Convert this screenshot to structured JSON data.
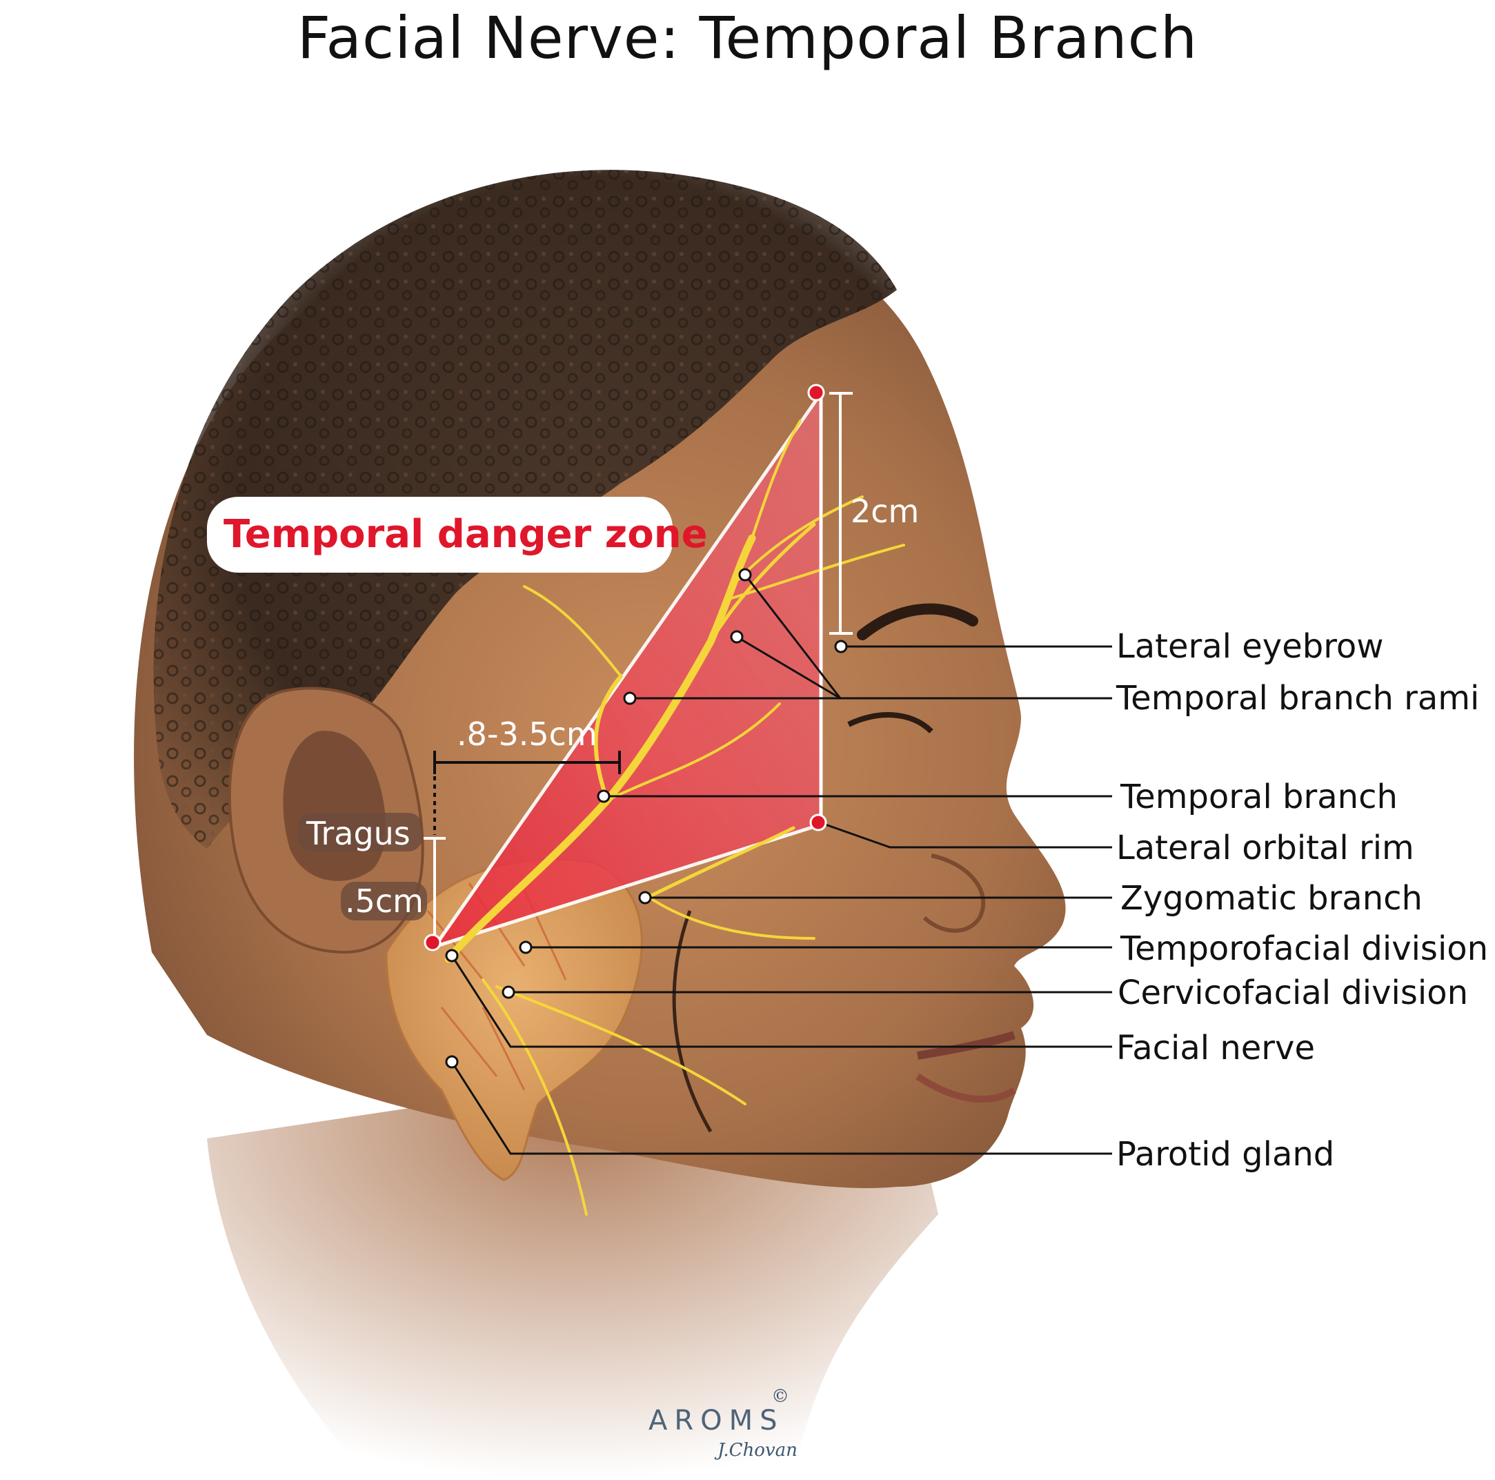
{
  "title": "Facial Nerve: Temporal Branch",
  "danger_zone_label": "Temporal danger zone",
  "measurements": {
    "vertical": "2cm",
    "horizontal": ".8-3.5cm",
    "tragus": "Tragus",
    "small": ".5cm"
  },
  "labels": [
    "Lateral eyebrow",
    "Temporal branch rami",
    "Temporal branch",
    "Lateral orbital rim",
    "Zygomatic branch",
    "Temporofacial division",
    "Cervicofacial division",
    "Facial nerve",
    "Parotid gland"
  ],
  "credit": {
    "brand": "AROMS",
    "copyright": "©",
    "artist": "J.Chovan"
  },
  "colors": {
    "danger_red": "#e0162b",
    "nerve_yellow": "#f4d63a",
    "skin": "#b77a4e",
    "hair": "#3e2d22"
  }
}
